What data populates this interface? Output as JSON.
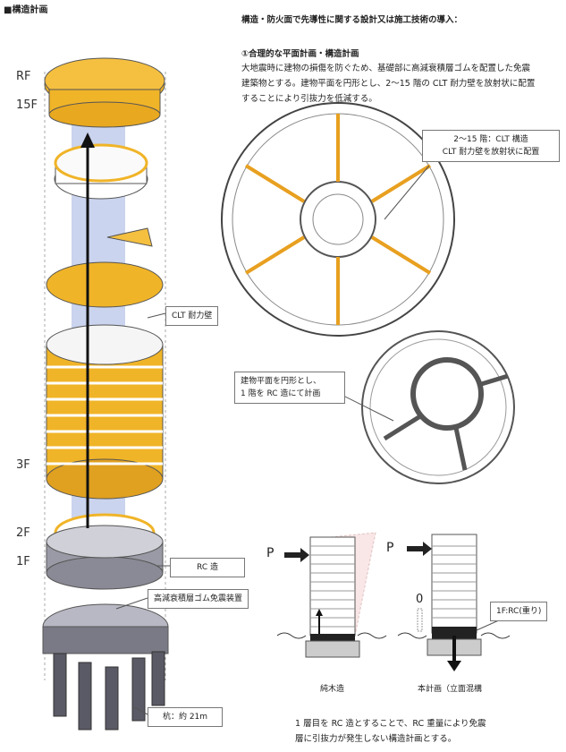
{
  "header": "■構造計画",
  "intro": {
    "title": "構造・防火面で先導性に関する設計又は施工技術の導入：",
    "subtitle": "①合理的な平面計画・構造計画",
    "lines": [
      "大地震時に建物の損傷を防ぐため、基礎部に高減衰積層ゴムを配置した免震",
      "建築物とする。建物平面を円形とし、2～15 階の CLT 耐力壁を放射状に配置",
      "することにより引抜力を低減する。"
    ]
  },
  "floors": {
    "rf": "RF",
    "f15": "15F",
    "f3": "3F",
    "f2": "2F",
    "f1": "1F"
  },
  "callouts": {
    "clt_upper": "2～15 階：CLT 構造",
    "clt_lower": "CLT 耐力壁を放射状に配置",
    "clt_wall": "CLT 耐力壁",
    "plan_upper": "建物平面を円形とし、",
    "plan_lower": "1 階を RC 造にて計画",
    "rc": "RC 造",
    "isolator": "高減衰積層ゴム免震装置",
    "pile": "杭：約 21m",
    "weight": "1F:RC(重り)"
  },
  "diagram": {
    "p_left": "P",
    "p_right": "P",
    "zero": "0",
    "cap_left": "純木造",
    "cap_right": "本計画（立面混構"
  },
  "footer": [
    "1 層目を RC 造とすることで、RC 重量により免震",
    "層に引抜力が発生しない構造計画とする。"
  ],
  "colors": {
    "wood": "#f0b428",
    "blue": "#9fb0e0",
    "rc": "#9a9aa6"
  }
}
